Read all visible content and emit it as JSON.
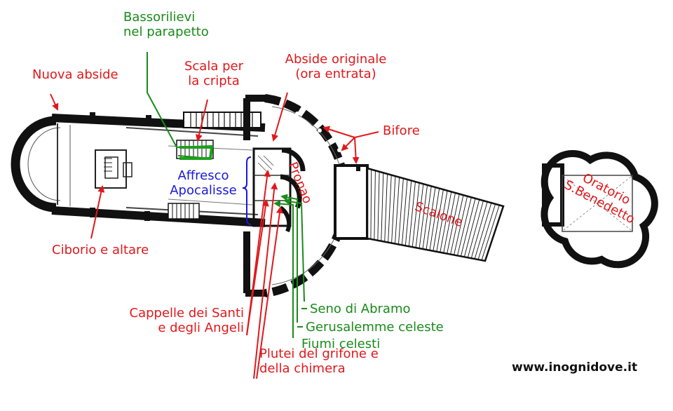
{
  "labels": {
    "bassorilievi": [
      "Bassorilievi",
      "nel parapetto"
    ],
    "nuova_abside": "Nuova abside",
    "scala_cripta": [
      "Scala per",
      "la cripta"
    ],
    "abside_originale": [
      "Abside originale",
      "(ora entrata)"
    ],
    "bifore": "Bifore",
    "pronao": "Pronao",
    "affresco": [
      "Affresco",
      "Apocalisse"
    ],
    "oratorio": [
      "Oratorio",
      "S.Benedetto"
    ],
    "scalone": "Scalone",
    "ciborio": "Ciborio e altare",
    "cappelle": [
      "Cappelle dei Santi",
      "e degli Angeli"
    ],
    "plutei": [
      "Plutei del grifone e",
      "della chimera"
    ],
    "seno": "Seno di Abramo",
    "gerusalemme": "Gerusalemme celeste",
    "fiumi": "Fiumi celesti"
  },
  "website": "www.inognidove.it",
  "colors": {
    "red": "#e0181b",
    "green": "#1a8a1a",
    "blue": "#1a1ad8",
    "wall": "#111111"
  }
}
